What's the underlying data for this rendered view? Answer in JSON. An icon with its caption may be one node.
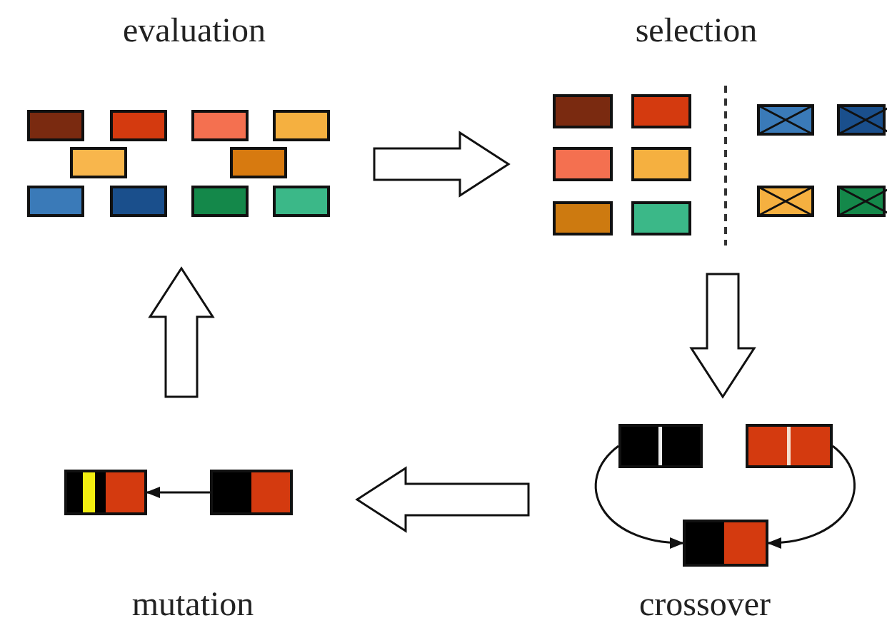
{
  "diagram": {
    "nodes": [
      {
        "text": [
          "evaluation"
        ]
      },
      {
        "text": [
          "selection"
        ]
      },
      {
        "text": [
          "crossover"
        ]
      },
      {
        "text": [
          "mutation"
        ]
      },
      {
        "text": [],
        "shape": "bar",
        "in": 2
      },
      {
        "text": [],
        "shape": "bar",
        "in": 2
      },
      {
        "text": [],
        "shape": "bar",
        "in": 2
      },
      {
        "text": [],
        "shape": "bar",
        "in": 3
      },
      {
        "text": [],
        "shape": "bar",
        "in": 3
      }
    ],
    "edges": [
      {
        "from": 0,
        "to": 1,
        "arrow": "to",
        "style": "thick"
      },
      {
        "from": 1,
        "to": 2,
        "arrow": "to",
        "style": "thick"
      },
      {
        "from": 2,
        "to": 3,
        "arrow": "to",
        "style": "thick"
      },
      {
        "from": 3,
        "to": 0,
        "arrow": "to",
        "style": "thick"
      },
      {
        "from": 4,
        "to": 6,
        "arrow": "to"
      },
      {
        "from": 5,
        "to": 6,
        "arrow": "to"
      },
      {
        "from": 8,
        "to": 7,
        "arrow": "to"
      }
    ]
  }
}
